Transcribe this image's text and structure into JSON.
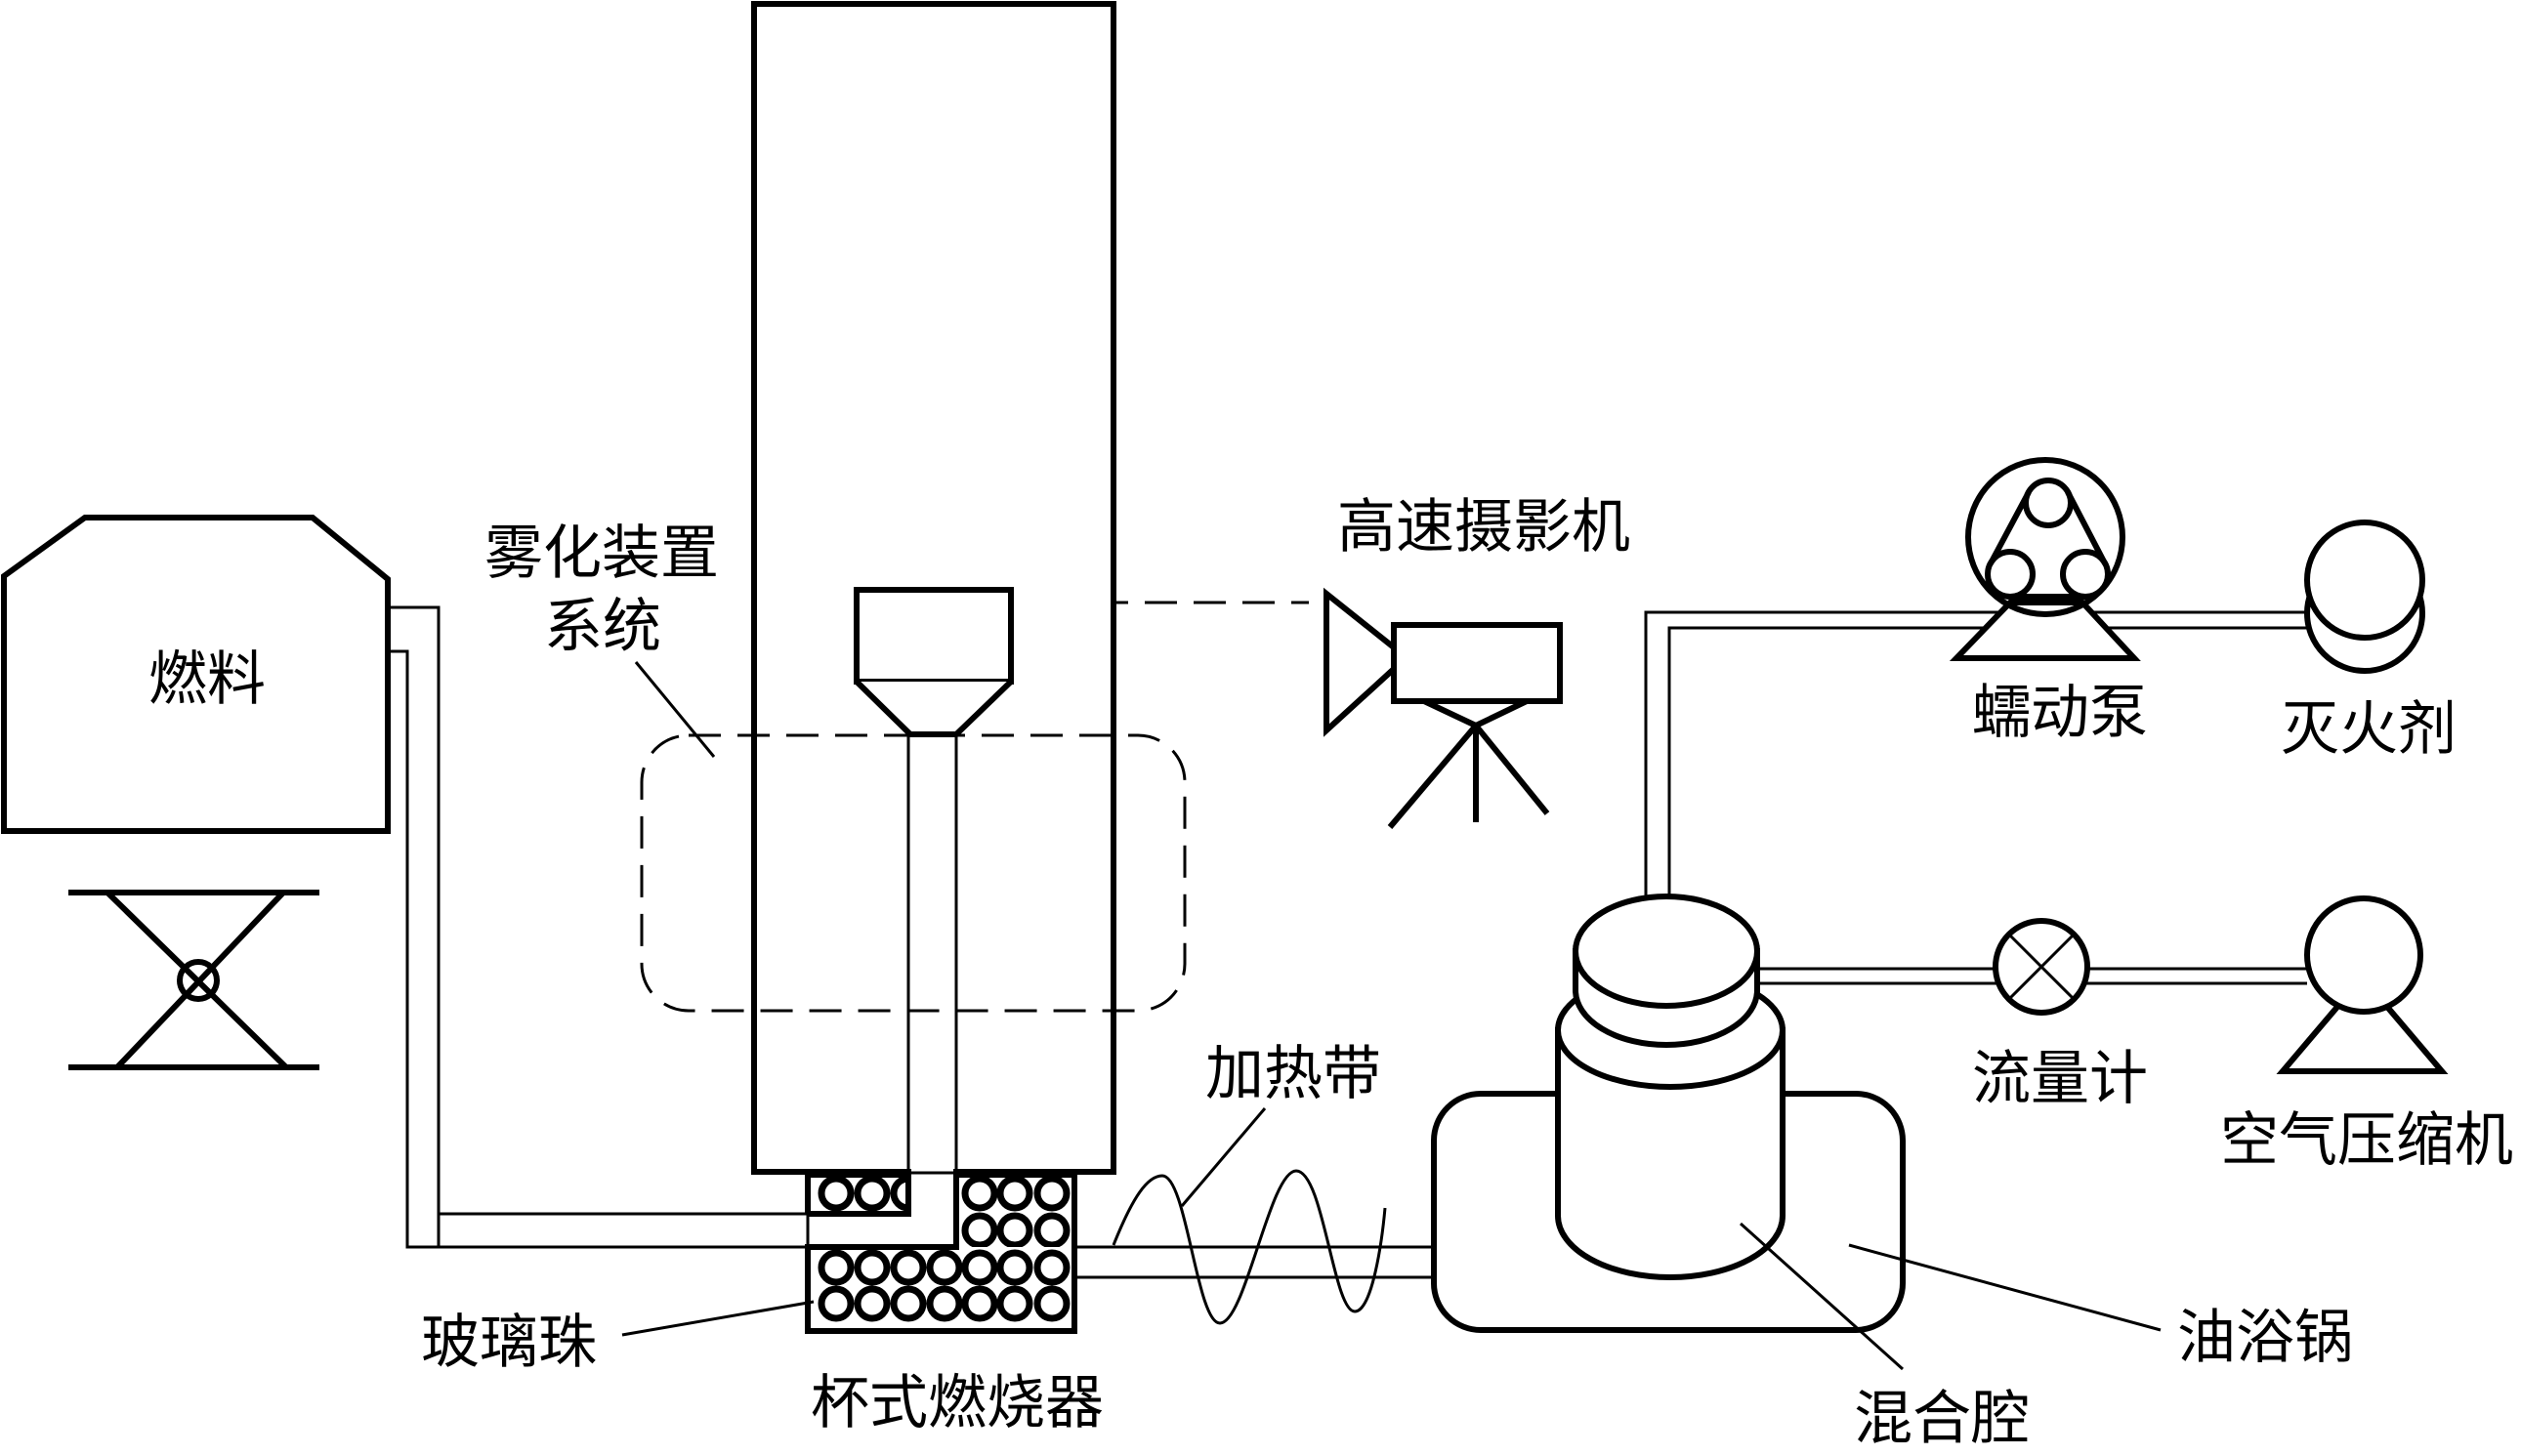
{
  "labels": {
    "fuel": "燃料",
    "atomizer_system_line1": "雾化装置",
    "atomizer_system_line2": "系统",
    "high_speed_camera": "高速摄影机",
    "peristaltic_pump": "蠕动泵",
    "extinguishing_agent": "灭火剂",
    "flow_meter": "流量计",
    "air_compressor": "空气压缩机",
    "heating_tape": "加热带",
    "glass_beads": "玻璃珠",
    "cup_burner": "杯式燃烧器",
    "mixing_chamber": "混合腔",
    "oil_bath": "油浴锅"
  },
  "colors": {
    "line": "#000000",
    "background": "#FFFFFF",
    "oil_bath": "#88AEBB"
  },
  "diagram": {
    "components": [
      {
        "id": "fuel-tank",
        "label_key": "fuel"
      },
      {
        "id": "lift-table",
        "label_key": null
      },
      {
        "id": "combustion-chimney",
        "label_key": null
      },
      {
        "id": "atomizer-system",
        "label_key": "atomizer_system_line1"
      },
      {
        "id": "cup-burner",
        "label_key": "cup_burner"
      },
      {
        "id": "glass-beads",
        "label_key": "glass_beads"
      },
      {
        "id": "heating-tape",
        "label_key": "heating_tape"
      },
      {
        "id": "oil-bath",
        "label_key": "oil_bath"
      },
      {
        "id": "mixing-chamber",
        "label_key": "mixing_chamber"
      },
      {
        "id": "peristaltic-pump",
        "label_key": "peristaltic_pump"
      },
      {
        "id": "extinguishing-agent",
        "label_key": "extinguishing_agent"
      },
      {
        "id": "flow-meter",
        "label_key": "flow_meter"
      },
      {
        "id": "air-compressor",
        "label_key": "air_compressor"
      },
      {
        "id": "high-speed-camera",
        "label_key": "high_speed_camera"
      }
    ],
    "connections": [
      {
        "from": "fuel-tank",
        "to": "cup-burner",
        "style": "pipe"
      },
      {
        "from": "cup-burner",
        "to": "mixing-chamber",
        "style": "pipe",
        "via": "heating-tape"
      },
      {
        "from": "mixing-chamber",
        "to": "peristaltic-pump",
        "style": "pipe"
      },
      {
        "from": "peristaltic-pump",
        "to": "extinguishing-agent",
        "style": "pipe"
      },
      {
        "from": "mixing-chamber",
        "to": "flow-meter",
        "style": "pipe"
      },
      {
        "from": "flow-meter",
        "to": "air-compressor",
        "style": "pipe"
      },
      {
        "from": "combustion-chimney",
        "to": "high-speed-camera",
        "style": "dashed"
      }
    ]
  }
}
